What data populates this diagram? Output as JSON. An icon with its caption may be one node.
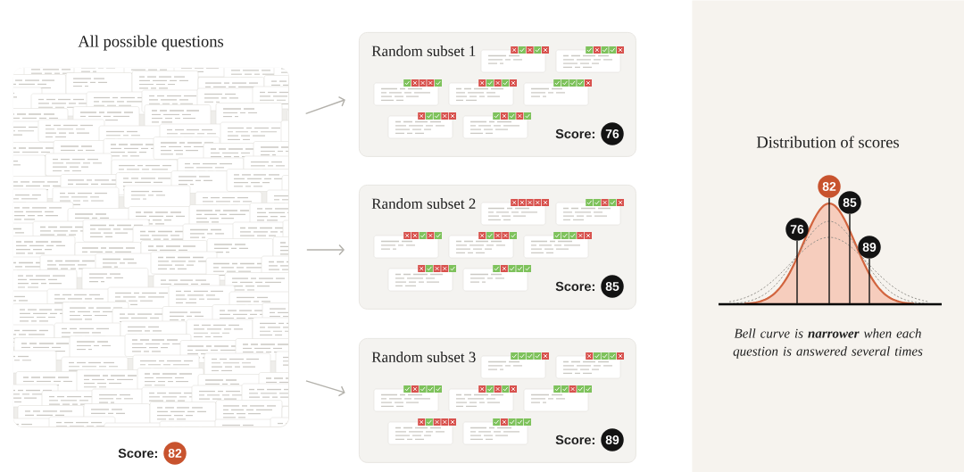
{
  "diagram": {
    "nodes": [
      {
        "text": [
          "All possible questions"
        ]
      },
      {
        "text": [
          "82"
        ],
        "beside": [
          "Score:"
        ]
      },
      {
        "text": [
          "Random subset 1"
        ]
      },
      {
        "text": [
          "76"
        ],
        "beside": [
          "Score:"
        ],
        "in": 2
      },
      {
        "text": [
          "Random subset 2"
        ]
      },
      {
        "text": [
          "85"
        ],
        "beside": [
          "Score:"
        ],
        "in": 4
      },
      {
        "text": [
          "Random subset 3"
        ]
      },
      {
        "text": [
          "89"
        ],
        "beside": [
          "Score:"
        ],
        "in": 6
      },
      {
        "text": [
          "Distribution of scores",
          "Bell curve is **narrower** when each question is answered several times"
        ]
      },
      {
        "text": [
          "76"
        ],
        "in": 8
      },
      {
        "text": [
          "82"
        ],
        "in": 8
      },
      {
        "text": [
          "85"
        ],
        "in": 8
      },
      {
        "text": [
          "89"
        ],
        "in": 8
      },
      {
        "text": [],
        "shape": "curve",
        "in": 8
      }
    ],
    "edges": [
      {
        "from": 0,
        "to": 2,
        "arrow": "to",
        "color": "#b3b1ab"
      },
      {
        "from": 0,
        "to": 4,
        "arrow": "to",
        "color": "#b3b1ab"
      },
      {
        "from": 0,
        "to": 6,
        "arrow": "to",
        "color": "#b3b1ab"
      },
      {
        "from": 9,
        "to": 13,
        "arrow": "none"
      },
      {
        "from": 10,
        "to": 13,
        "arrow": "none"
      },
      {
        "from": 11,
        "to": 13,
        "arrow": "none"
      },
      {
        "from": 12,
        "to": 13,
        "arrow": "none"
      }
    ]
  }
}
